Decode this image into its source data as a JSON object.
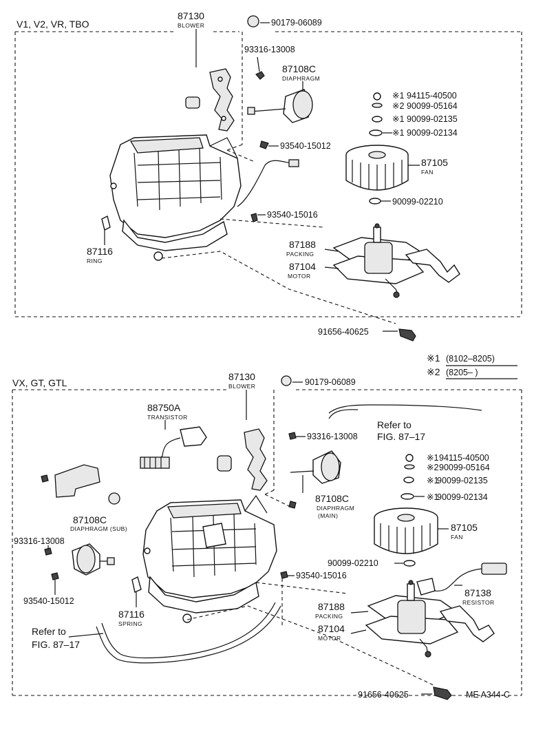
{
  "top": {
    "variant": "V1, V2, VR, TBO",
    "blower_num": "87130",
    "blower_name": "BLOWER",
    "p_90179": "90179-06089",
    "p_93316": "93316-13008",
    "diaph_num": "87108C",
    "diaph_name": "DIAPHRAGM",
    "n1_mark": "※1",
    "n1": "94115-40500",
    "n2_mark": "※2",
    "n2": "90099-05164",
    "n3_mark": "※1",
    "n3": "90099-02135",
    "n4_mark": "※1",
    "n4": "90099-02134",
    "p_93540a": "93540-15012",
    "fan_num": "87105",
    "fan_name": "FAN",
    "p_90099": "90099-02210",
    "p_93540b": "93540-15016",
    "ring_num": "87116",
    "ring_name": "RING",
    "pack_num": "87188",
    "pack_name": "PACKING",
    "motor_num": "87104",
    "motor_name": "MOTOR",
    "p_91656": "91656-40625"
  },
  "note": {
    "l1_mark": "※1",
    "l1": "(8102–8205)",
    "l2_mark": "※2",
    "l2": "(8205–       )"
  },
  "bottom": {
    "variant": "VX, GT, GTL",
    "blower_num": "87130",
    "blower_name": "BLOWER",
    "p_90179": "90179-06089",
    "tr_num": "88750A",
    "tr_name": "TRANSISTOR",
    "ref1a": "Refer to",
    "ref1b": "FIG. 87–17",
    "p_93316a": "93316-13008",
    "n1_mark": "※1",
    "n1": "94115-40500",
    "n2_mark": "※2",
    "n2": "90099-05164",
    "n3_mark": "※1",
    "n3": "90099-02135",
    "n4_mark": "※1",
    "n4": "90099-02134",
    "dm_num": "87108C",
    "dm_name": "DIAPHRAGM",
    "dm_sub": "(MAIN)",
    "ds_num": "87108C",
    "ds_name": "DIAPHRAGM (SUB)",
    "p_93316b": "93316-13008",
    "fan_num": "87105",
    "fan_name": "FAN",
    "p_90099": "90099-02210",
    "p_93540b": "93540-15016",
    "p_93540a": "93540-15012",
    "sp_num": "87116",
    "sp_name": "SPRING",
    "res_num": "87138",
    "res_name": "RESISTOR",
    "pack_num": "87188",
    "pack_name": "PACKING",
    "motor_num": "87104",
    "motor_name": "MOTOR",
    "ref2a": "Refer to",
    "ref2b": "FIG. 87–17",
    "p_91656": "91656-40625",
    "code": "ME A344-C"
  }
}
